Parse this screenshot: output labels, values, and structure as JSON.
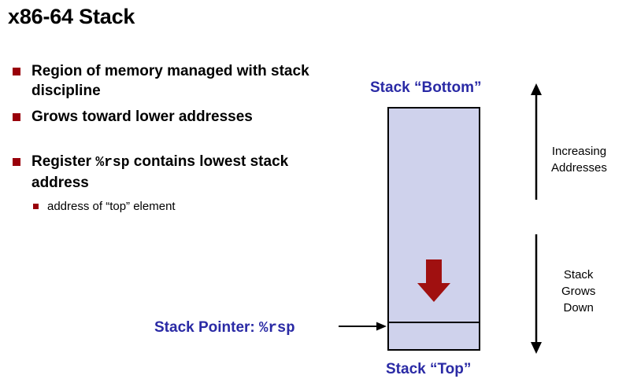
{
  "slide": {
    "title": "x86-64 Stack"
  },
  "bullets": [
    {
      "text": "Region of memory managed with stack discipline"
    },
    {
      "text": "Grows toward lower addresses"
    },
    {
      "pre": "Register ",
      "code": "%rsp",
      "post": " contains lowest  stack address",
      "sub": "address of “top” element"
    }
  ],
  "diagram": {
    "stack_bottom_label": "Stack “Bottom”",
    "stack_top_label": "Stack “Top”",
    "stack_pointer_label": "Stack Pointer: ",
    "stack_pointer_reg": "%rsp",
    "increasing_addresses": "Increasing\nAddresses",
    "increasing_addresses_line1": "Increasing",
    "increasing_addresses_line2": "Addresses",
    "stack_grows_down_line1": "Stack",
    "stack_grows_down_line2": "Grows",
    "stack_grows_down_line3": "Down"
  },
  "colors": {
    "bullet_square": "#99000a",
    "label_blue": "#2a2aa5",
    "stack_fill": "#cfd2ec",
    "arrow_red": "#a01010"
  }
}
